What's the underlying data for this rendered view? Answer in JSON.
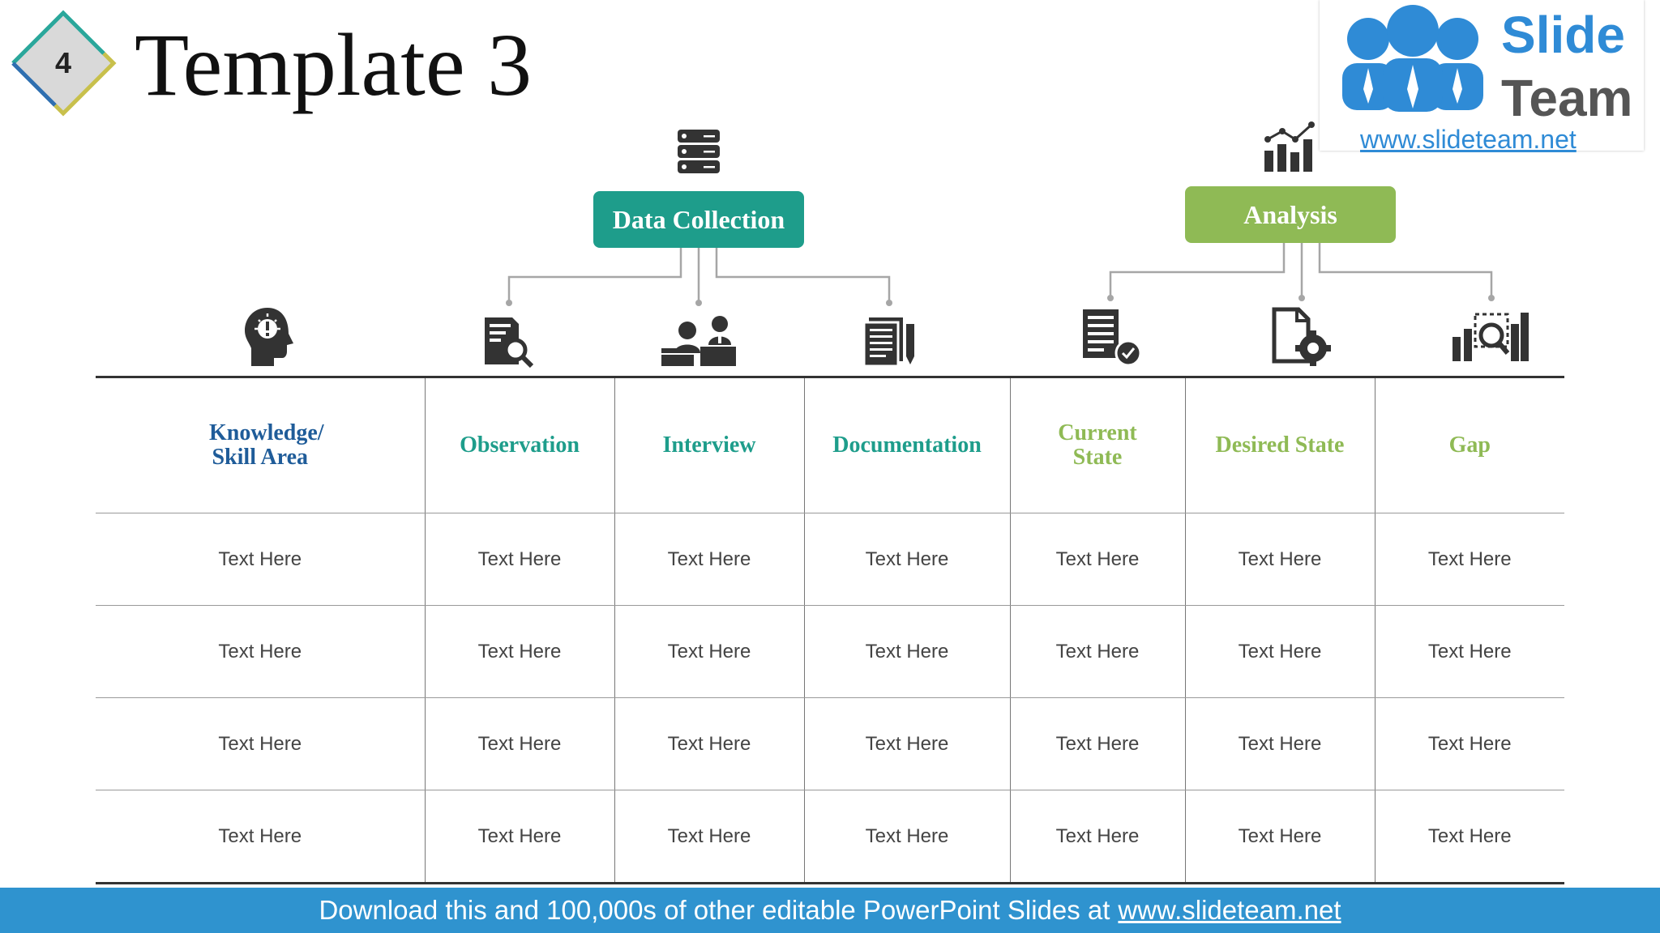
{
  "slide": {
    "number": "4",
    "title": "Template 3"
  },
  "logo": {
    "line1": "Slide",
    "line2": "Team",
    "url": "www.slideteam.net"
  },
  "groups": {
    "data_collection": "Data Collection",
    "analysis": "Analysis"
  },
  "table": {
    "headers": [
      "Knowledge/ Skill Area",
      "Observation",
      "Interview",
      "Documentation",
      "Current State",
      "Desired State",
      "Gap"
    ],
    "rows": [
      [
        "Text Here",
        "Text Here",
        "Text Here",
        "Text Here",
        "Text Here",
        "Text Here",
        "Text Here"
      ],
      [
        "Text Here",
        "Text Here",
        "Text Here",
        "Text Here",
        "Text Here",
        "Text Here",
        "Text Here"
      ],
      [
        "Text Here",
        "Text Here",
        "Text Here",
        "Text Here",
        "Text Here",
        "Text Here",
        "Text Here"
      ],
      [
        "Text Here",
        "Text Here",
        "Text Here",
        "Text Here",
        "Text Here",
        "Text Here",
        "Text Here"
      ]
    ]
  },
  "footer": {
    "text": "Download this and 100,000s of other editable PowerPoint Slides at",
    "link": "www.slideteam.net"
  },
  "colors": {
    "teal": "#1e9d8b",
    "green": "#8fba55",
    "blue": "#1f5c99",
    "footer": "#2f93cf"
  },
  "icons": [
    "server-icon",
    "bar-chart-icon",
    "head-idea-icon",
    "document-search-icon",
    "interview-icon",
    "documents-icon",
    "checklist-icon",
    "file-gear-icon",
    "gap-analysis-icon"
  ]
}
